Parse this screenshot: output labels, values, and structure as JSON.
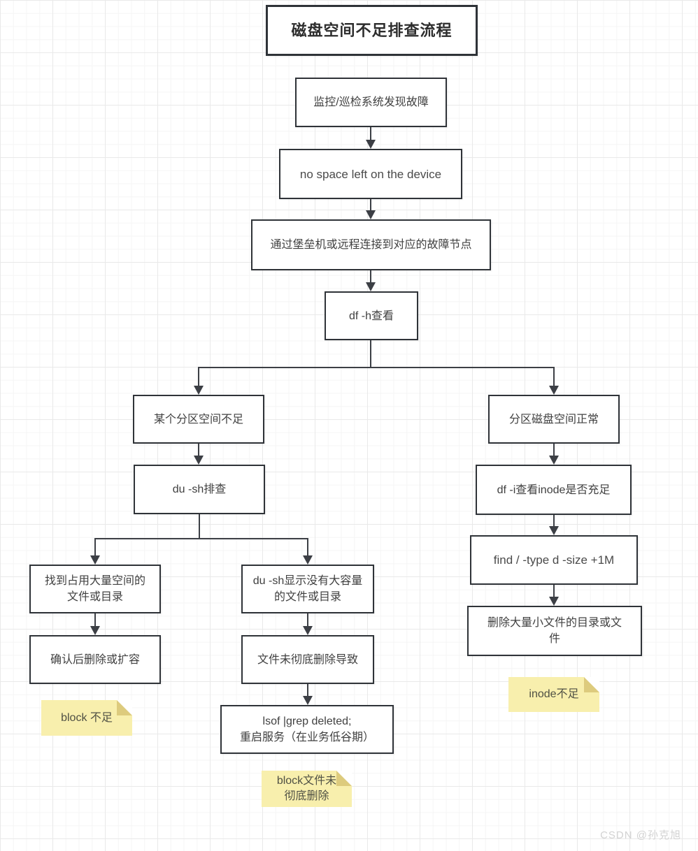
{
  "theme": {
    "shape-border": "#2f3338",
    "line-color": "#3c3f45",
    "note-bg": "#f8efad",
    "note-fold": "#ddcb7d",
    "note-text": "#4f5044",
    "text-color": "#404040",
    "watermark-color": "#d2d2d2"
  },
  "page": {
    "watermark": "CSDN @孙克旭"
  },
  "flowchart": {
    "title": "磁盘空间不足排查流程",
    "nodes": {
      "monitor": {
        "label": "监控/巡检系统发现故障"
      },
      "no_space": {
        "label": "no space left on the device"
      },
      "connect": {
        "label": "通过堡垒机或远程连接到对应的故障节点"
      },
      "df_h": {
        "label": "df -h查看"
      },
      "partition_full": {
        "label": "某个分区空间不足"
      },
      "partition_ok": {
        "label": "分区磁盘空间正常"
      },
      "du_sh": {
        "label": "du -sh排查"
      },
      "df_i": {
        "label": "df -i查看inode是否充足"
      },
      "found_large": {
        "label": "找到占用大量空间的文件或目录"
      },
      "du_sh_none": {
        "label": "du -sh显示没有大容量的文件或目录"
      },
      "find_cmd": {
        "label": "find / -type d -size +1M"
      },
      "confirm_delete": {
        "label": "确认后删除或扩容"
      },
      "not_deleted": {
        "label": "文件未彻底删除导致"
      },
      "delete_small": {
        "label": "删除大量小文件的目录或文件"
      },
      "lsof": {
        "label": "lsof |grep deleted;\n重启服务（在业务低谷期）"
      }
    },
    "notes": {
      "block_insufficient": {
        "label": "block 不足"
      },
      "block_not_deleted": {
        "label": "block文件未\n彻底删除"
      },
      "inode_insufficient": {
        "label": "inode不足"
      }
    }
  }
}
